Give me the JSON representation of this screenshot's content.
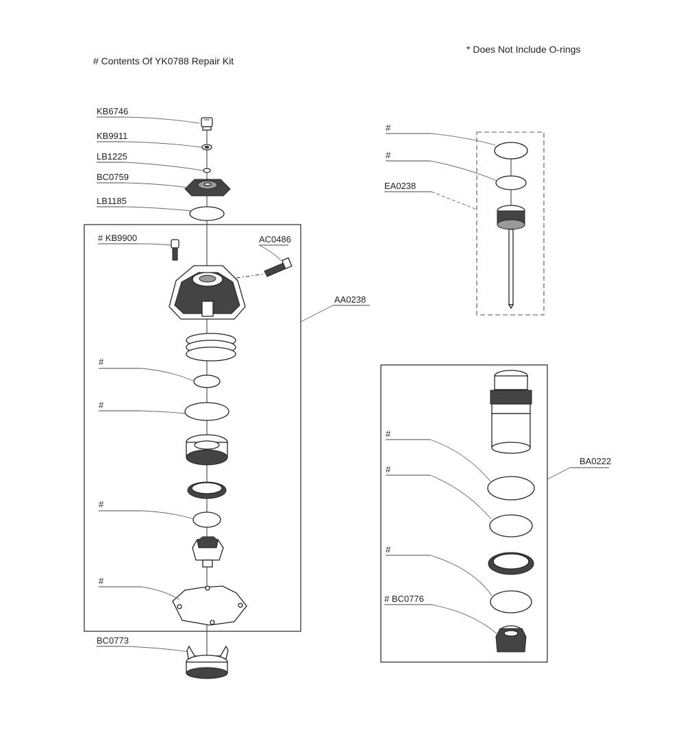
{
  "notes": {
    "repair_kit": "#  Contents Of YK0788 Repair Kit",
    "o_rings": "* Does Not Include O-rings"
  },
  "labels": {
    "kb6746": "KB6746",
    "kb9911": "KB9911",
    "lb1225": "LB1225",
    "bc0759": "BC0759",
    "lb1185": "LB1185",
    "kb9900": "# KB9900",
    "ac0486": "AC0486",
    "aa0238": "AA0238",
    "hash_a1": "#",
    "hash_a2": "#",
    "hash_a3": "#",
    "hash_a4": "#",
    "bc0773": "BC0773",
    "hash_e1": "#",
    "hash_e2": "#",
    "ea0238": "EA0238",
    "ba0222": "BA0222",
    "hash_b1": "#",
    "hash_b2": "#",
    "hash_b3": "#",
    "bc0776": "# BC0776"
  },
  "colors": {
    "line": "#222222",
    "leader": "#666666",
    "fill_dark": "#444444"
  }
}
